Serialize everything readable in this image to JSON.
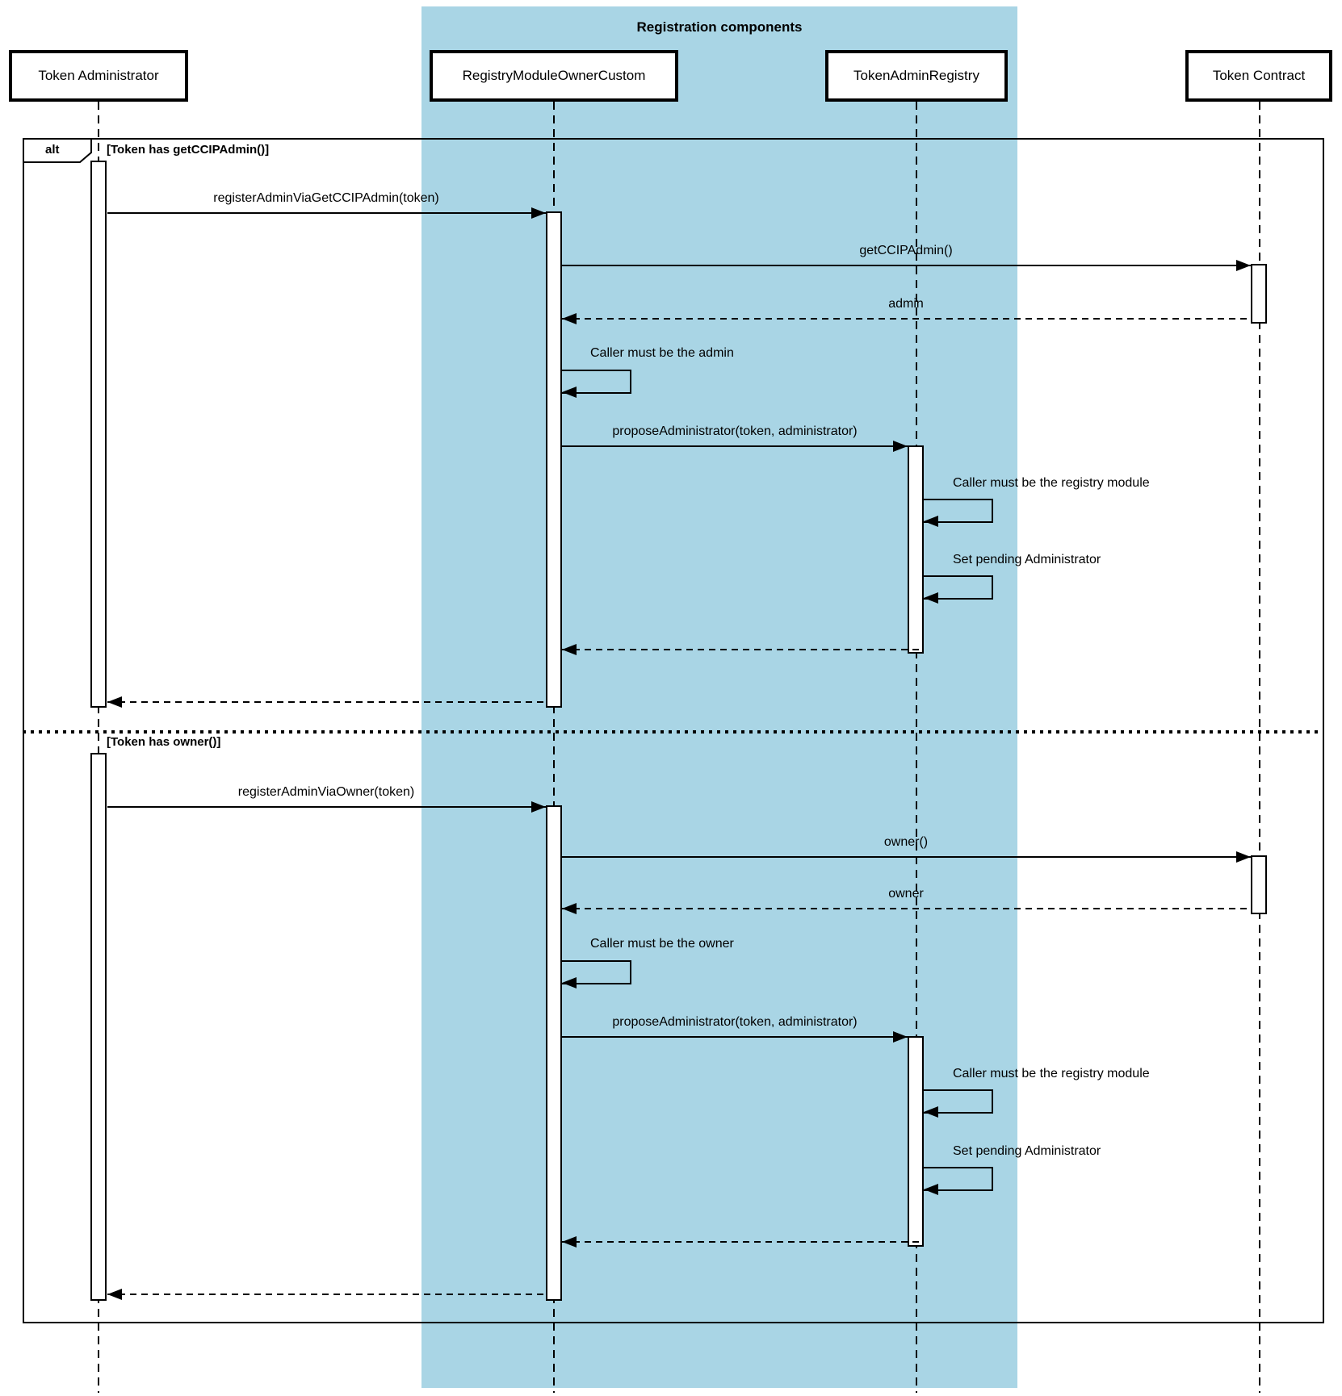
{
  "diagram": {
    "type": "uml-sequence",
    "container": {
      "title": "Registration components",
      "fill": "#a9d5e5"
    },
    "frame": {
      "operator": "alt"
    },
    "participants": [
      {
        "name": "Token Administrator"
      },
      {
        "name": "RegistryModuleOwnerCustom"
      },
      {
        "name": "TokenAdminRegistry"
      },
      {
        "name": "Token Contract"
      }
    ],
    "sections": [
      {
        "guard": "[Token has getCCIPAdmin()]",
        "messages": {
          "register_call": "registerAdminViaGetCCIPAdmin(token)",
          "lookup_call": "getCCIPAdmin()",
          "lookup_return": "admin",
          "caller_check": "Caller must be the admin",
          "propose_call": "proposeAdministrator(token, administrator)",
          "registry_check": "Caller must be the registry module",
          "set_pending": "Set pending Administrator"
        }
      },
      {
        "guard": "[Token has owner()]",
        "messages": {
          "register_call": "registerAdminViaOwner(token)",
          "lookup_call": "owner()",
          "lookup_return": "owner",
          "caller_check": "Caller must be the owner",
          "propose_call": "proposeAdministrator(token, administrator)",
          "registry_check": "Caller must be the registry module",
          "set_pending": "Set pending Administrator"
        }
      }
    ]
  }
}
